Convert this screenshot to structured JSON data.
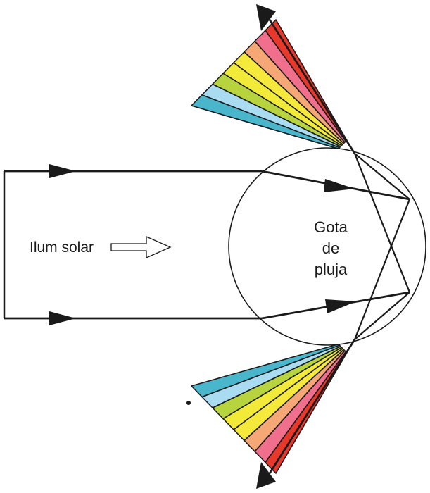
{
  "diagram": {
    "sun_label": "Ilum solar",
    "drop_label": [
      "Gota",
      "de",
      "pluja"
    ],
    "colors": {
      "ray": "#1a1a1a",
      "bands": [
        "#e8382c",
        "#f06f8c",
        "#f5a875",
        "#f5e93b",
        "#f2ea39",
        "#b7d43f",
        "#a9dcf0",
        "#4ab6cc"
      ]
    }
  }
}
